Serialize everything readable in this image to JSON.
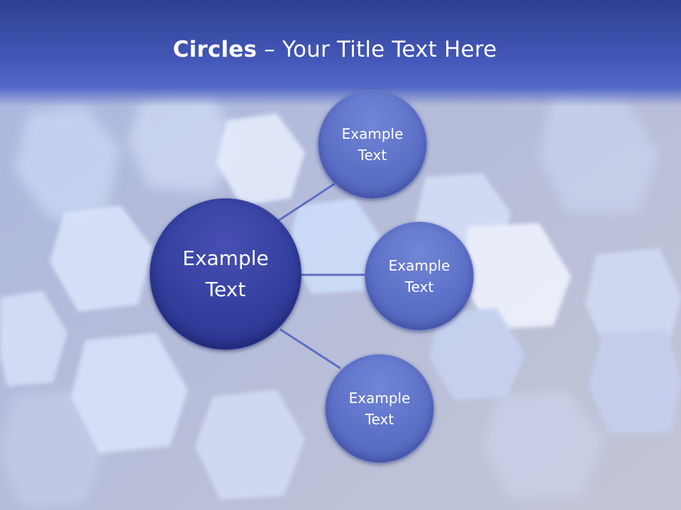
{
  "slide": {
    "title_bold": "Circles",
    "title_rest": " – Your Title Text Here"
  },
  "diagram": {
    "center": {
      "label": "Example\nText"
    },
    "satellites": [
      {
        "label": "Example\nText"
      },
      {
        "label": "Example\nText"
      },
      {
        "label": "Example\nText"
      }
    ]
  },
  "colors": {
    "header": "#4357b8",
    "center_circle": "#333f9e",
    "satellite_circle": "#5d70c8",
    "connector": "#5d6fc4",
    "text": "#ffffff"
  }
}
